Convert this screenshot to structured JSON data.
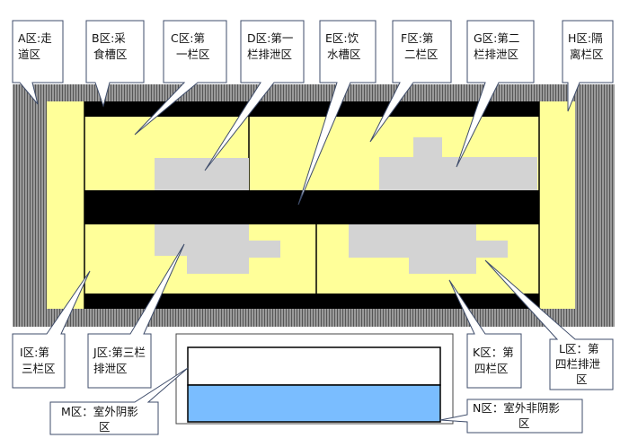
{
  "colors": {
    "hatch": "#8a8a8a",
    "pen": "#ffff99",
    "trough": "#000000",
    "drain": "#d3d3d3",
    "outdoor_shade": "#ffffff",
    "outdoor_sun": "#7abdff"
  },
  "labels": {
    "A": [
      "A区:走",
      "道区"
    ],
    "B": [
      "B区:采",
      "食槽区"
    ],
    "C": [
      "C区:第",
      "一栏区"
    ],
    "D": [
      "D区:第一",
      "栏排泄区"
    ],
    "E": [
      "E区:饮",
      "水槽区"
    ],
    "F": [
      "F区:第",
      "二栏区"
    ],
    "G": [
      "G区:第二",
      "栏排泄区"
    ],
    "H": [
      "H区:隔",
      "离栏区"
    ],
    "I": [
      "I区:第",
      "三栏区"
    ],
    "J": [
      "J区:第三栏",
      "排泄区"
    ],
    "K": [
      "K区：第",
      "四栏区"
    ],
    "L": [
      "L区：第",
      "四栏排泄",
      "区"
    ],
    "M": [
      "M区：室外阴影",
      "区"
    ],
    "N": [
      "N区：室外非阴影",
      "区"
    ]
  }
}
